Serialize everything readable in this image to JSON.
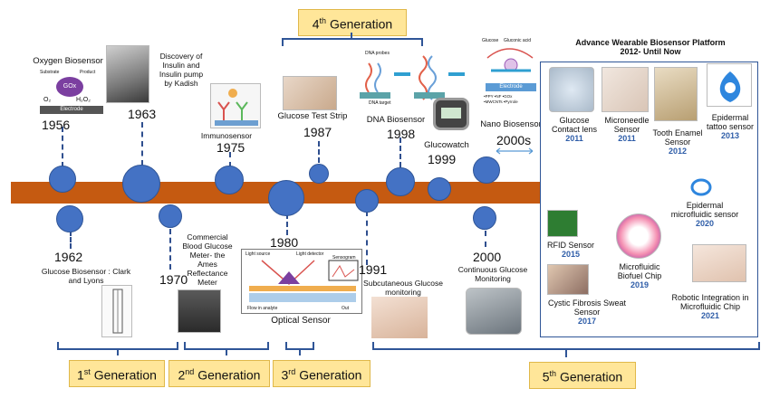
{
  "generations": {
    "g1_num": "1",
    "g1_suffix": "st",
    "g1_word": "Generation",
    "g2_num": "2",
    "g2_suffix": "nd",
    "g2_word": "Generation",
    "g3_num": "3",
    "g3_suffix": "rd",
    "g3_word": "Generation",
    "g4_num": "4",
    "g4_suffix": "th",
    "g4_word": "Generation",
    "g5_num": "5",
    "g5_suffix": "th",
    "g5_word": "Generation"
  },
  "above": [
    {
      "title": "Oxygen Biosensor",
      "year": "1956"
    },
    {
      "title_lines": [
        "Discovery of",
        "Insulin and",
        "Insulin pump",
        "by Kadish"
      ],
      "year": "1963"
    },
    {
      "title": "Immunosensor",
      "year": "1975"
    },
    {
      "title": "Glucose Test Strip",
      "year": "1987"
    },
    {
      "title": "DNA Biosensor",
      "year": "1998"
    },
    {
      "title": "Glucowatch",
      "year": "1999"
    },
    {
      "title": "Nano Biosensor",
      "year": "2000s"
    }
  ],
  "below": [
    {
      "year": "1962",
      "title_lines": [
        "Glucose Biosensor : Clark",
        "and Lyons"
      ]
    },
    {
      "year": "1970",
      "title_lines": [
        "Commercial",
        "Blood Glucose",
        "Meter- the",
        "Ames",
        "Reflectance",
        "Meter"
      ]
    },
    {
      "year": "1980",
      "title": "Optical Sensor"
    },
    {
      "year": "1991",
      "title_lines": [
        "Subcutaneous  Glucose",
        "monitoring"
      ]
    },
    {
      "year": "2000",
      "title_lines": [
        "Continuous Glucose",
        "Monitoring"
      ]
    }
  ],
  "oxygen_diagram": {
    "substrate": "Substrate",
    "product": "Product",
    "enzyme": "GOx",
    "electrode": "Electrode",
    "o2": "O₂",
    "h2o2": "H₂O₂"
  },
  "dna_diagram": {
    "probes": "DNA probes",
    "target": "DNA target"
  },
  "nano_diagram": {
    "glucose": "Glucose",
    "gluconic": "Gluconic acid",
    "electrode": "Electrode",
    "legend": [
      "•PPY",
      "•NF",
      "•GOx",
      "•MWCNTs",
      "•Pyrrole"
    ]
  },
  "optical_diagram": {
    "light_source": "Light source",
    "light_detector": "Light detector",
    "sensogram": "Sensogram",
    "angle": "Angle",
    "flow_in": "Flow in analyte",
    "flow_out": "Out"
  },
  "platform": {
    "title_line1": "Advance Wearable Biosensor Platform",
    "title_line2": "2012- Until Now",
    "items": [
      {
        "lines": [
          "Glucose",
          "Contact lens"
        ],
        "year": "2011"
      },
      {
        "lines": [
          "Microneedle",
          "Sensor"
        ],
        "year": "2011"
      },
      {
        "lines": [
          "Tooth Enamel",
          "Sensor"
        ],
        "year": "2012"
      },
      {
        "lines": [
          "Epidermal",
          "tattoo sensor"
        ],
        "year": "2013"
      },
      {
        "lines": [
          "Epidermal",
          "microfluidic sensor"
        ],
        "year": "2020"
      },
      {
        "lines": [
          "RFID Sensor"
        ],
        "year": "2015"
      },
      {
        "lines": [
          "Microfluidic",
          "Biofuel Chip"
        ],
        "year": "2019"
      },
      {
        "lines": [
          "Cystic Fibrosis Sweat",
          "Sensor"
        ],
        "year": "2017"
      },
      {
        "lines": [
          "Robotic Integration in",
          "Microfluidic  Chip"
        ],
        "year": "2021"
      }
    ]
  },
  "colors": {
    "bar": "#c55a11",
    "node": "#4472c4",
    "brace": "#2f5597",
    "gen_box": "#ffe699",
    "accent_year": "#2e5da8"
  }
}
